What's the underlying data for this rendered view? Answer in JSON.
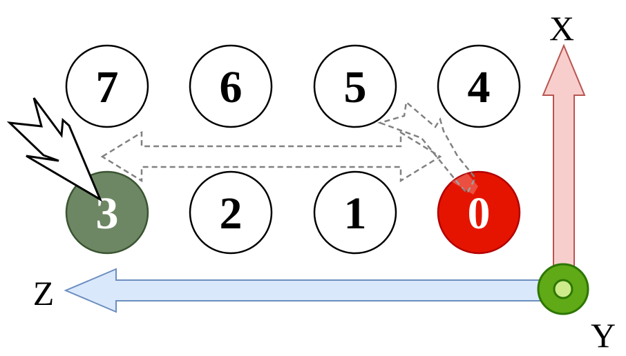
{
  "nodes": [
    {
      "label": "7",
      "fill": "#ffffff",
      "stroke": "#000000",
      "text_color": "#000000"
    },
    {
      "label": "6",
      "fill": "#ffffff",
      "stroke": "#000000",
      "text_color": "#000000"
    },
    {
      "label": "5",
      "fill": "#ffffff",
      "stroke": "#000000",
      "text_color": "#000000"
    },
    {
      "label": "4",
      "fill": "#ffffff",
      "stroke": "#000000",
      "text_color": "#000000"
    },
    {
      "label": "3",
      "fill": "#6d8764",
      "stroke": "#3a5431",
      "text_color": "#ffffff"
    },
    {
      "label": "2",
      "fill": "#ffffff",
      "stroke": "#000000",
      "text_color": "#000000"
    },
    {
      "label": "1",
      "fill": "#ffffff",
      "stroke": "#000000",
      "text_color": "#000000"
    },
    {
      "label": "0",
      "fill": "#e51400",
      "stroke": "#b20000",
      "text_color": "#ffffff"
    }
  ],
  "axes": {
    "x_label": "X",
    "y_label": "Y",
    "z_label": "Z",
    "x_arrow_fill": "#f8cecc",
    "x_arrow_stroke": "#b85450",
    "z_arrow_fill": "#dae8fc",
    "z_arrow_stroke": "#6c8ebf",
    "origin_outer_fill": "#60a917",
    "origin_outer_stroke": "#2d7600",
    "origin_inner_fill": "#cdeb8b"
  },
  "colors": {
    "dashed_arrow": "#808080",
    "lightning_fill": "#ffffff",
    "lightning_stroke": "#000000"
  }
}
